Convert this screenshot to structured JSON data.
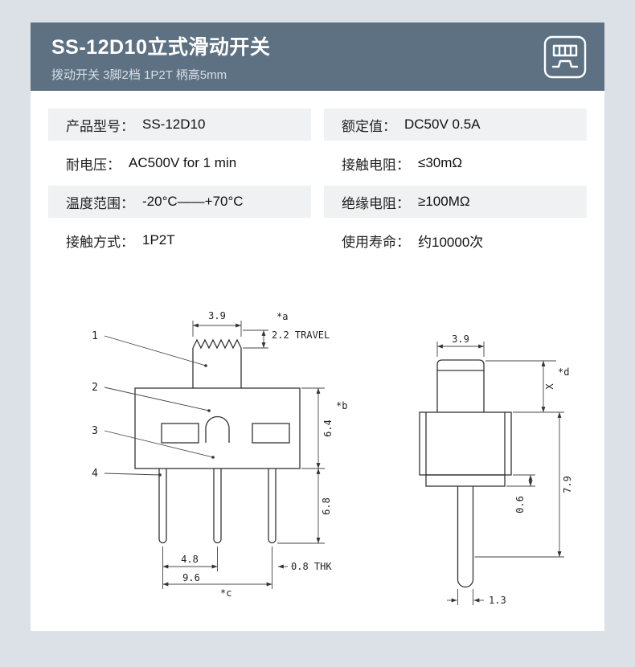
{
  "header": {
    "title": "SS-12D10立式滑动开关",
    "subtitle": "拨动开关 3脚2档 1P2T 柄高5mm",
    "icon": "switch-schematic-icon"
  },
  "specs": {
    "left": [
      {
        "label": "产品型号：",
        "value": "SS-12D10"
      },
      {
        "label": "耐电压：",
        "value": "AC500V for 1 min"
      },
      {
        "label": "温度范围：",
        "value": "-20°C——+70°C"
      },
      {
        "label": "接触方式：",
        "value": "1P2T"
      }
    ],
    "right": [
      {
        "label": "额定值：",
        "value": "DC50V 0.5A"
      },
      {
        "label": "接触电阻：",
        "value": "≤30mΩ"
      },
      {
        "label": "绝缘电阻：",
        "value": "≥100MΩ"
      },
      {
        "label": "使用寿命：",
        "value": "约10000次"
      }
    ]
  },
  "drawing": {
    "front": {
      "dim_knob_width": "3.9",
      "travel": "2.2 TRAVEL",
      "note_a": "*a",
      "dim_body_height": "6.4",
      "note_b": "*b",
      "dim_pin_length": "6.8",
      "dim_pin_pitch": "4.8",
      "dim_overall": "9.6",
      "note_c": "*c",
      "dim_thickness": "0.8 THK",
      "callouts": [
        "1",
        "2",
        "3",
        "4"
      ]
    },
    "side": {
      "dim_knob_width": "3.9",
      "dim_knob_height": "X",
      "note_d": "*d",
      "dim_body_height": "7.9",
      "dim_step": "0.6",
      "dim_pin_width": "1.3"
    }
  },
  "colors": {
    "header_bg": "#5d7183",
    "page_bg": "#dbe1e7",
    "row_shade": "#f0f1f3"
  }
}
